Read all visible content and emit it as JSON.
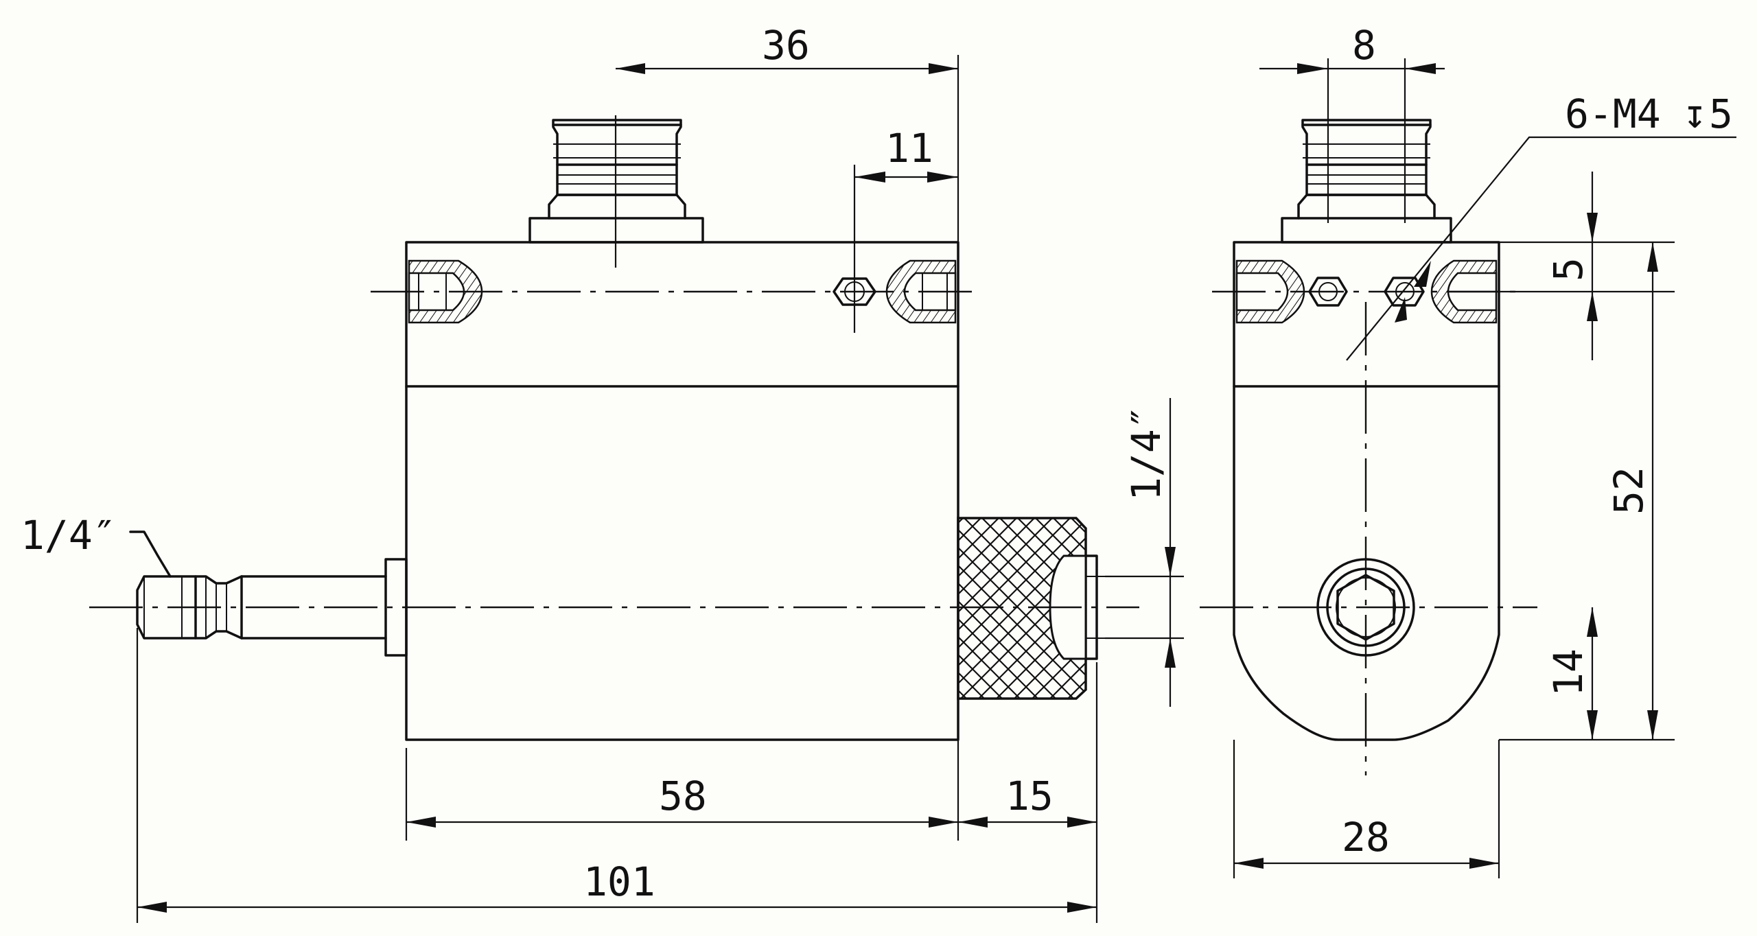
{
  "labels": {
    "dim_36": "36",
    "dim_11": "11",
    "dim_8": "8",
    "thread_note": "6-M4",
    "depth_symbol": "↧",
    "depth_value": "5",
    "dim_5": "5",
    "dim_52": "52",
    "dim_14": "14",
    "dim_28": "28",
    "dim_58": "58",
    "dim_15": "15",
    "dim_101": "101",
    "shaft_quarter_inch_left": "1/4″",
    "shaft_quarter_inch_right": "1/4″"
  }
}
